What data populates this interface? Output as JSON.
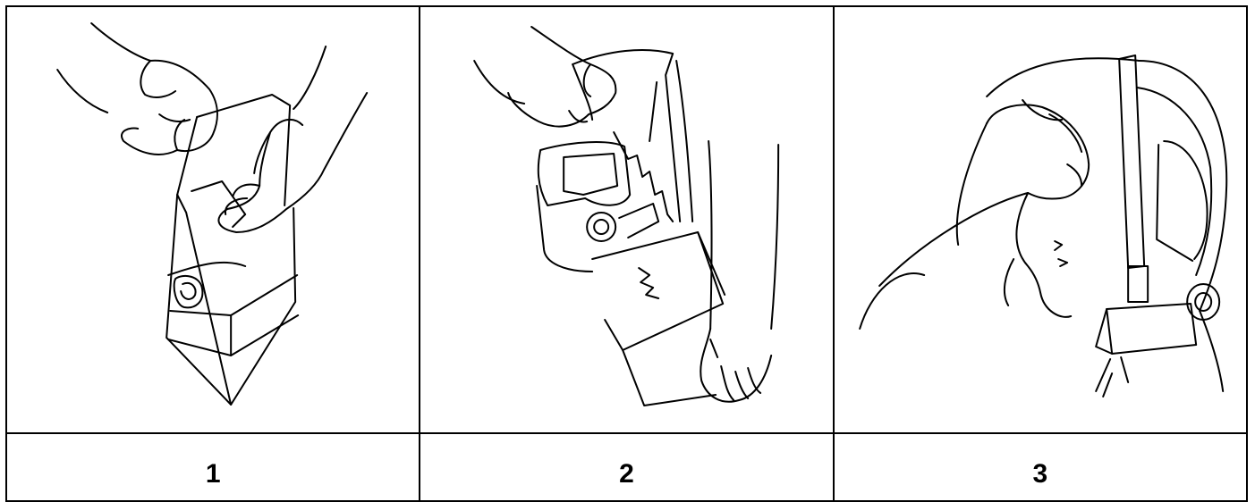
{
  "steps": [
    {
      "number": "1",
      "illustration": "tear-open-bag-illustration"
    },
    {
      "number": "2",
      "illustration": "remove-hood-illustration"
    },
    {
      "number": "3",
      "illustration": "don-hood-illustration"
    }
  ]
}
